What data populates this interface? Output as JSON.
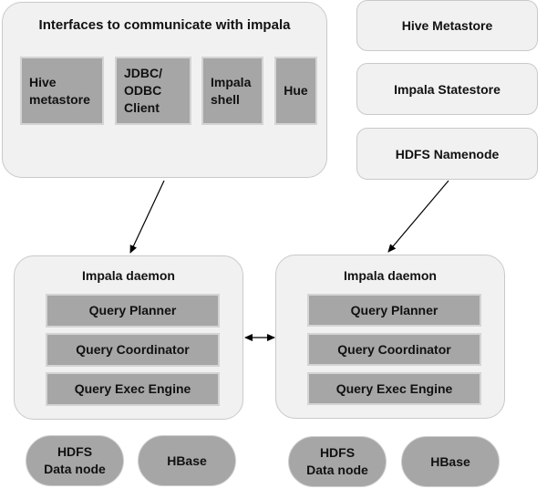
{
  "interfaces": {
    "title": "Interfaces to communicate with impala",
    "items": [
      "Hive\nmetastore",
      "JDBC/\nODBC\n Client",
      "Impala\nshell",
      "Hue"
    ]
  },
  "services": [
    "Hive Metastore",
    "Impala Statestore",
    "HDFS Namenode"
  ],
  "daemons": [
    {
      "title": "Impala daemon",
      "components": [
        "Query Planner",
        "Query Coordinator",
        "Query Exec Engine"
      ]
    },
    {
      "title": "Impala daemon",
      "components": [
        "Query Planner",
        "Query Coordinator",
        "Query Exec Engine"
      ]
    }
  ],
  "storage": [
    [
      "HDFS\nData node",
      "HBase"
    ],
    [
      "HDFS\nData node",
      "HBase"
    ]
  ]
}
